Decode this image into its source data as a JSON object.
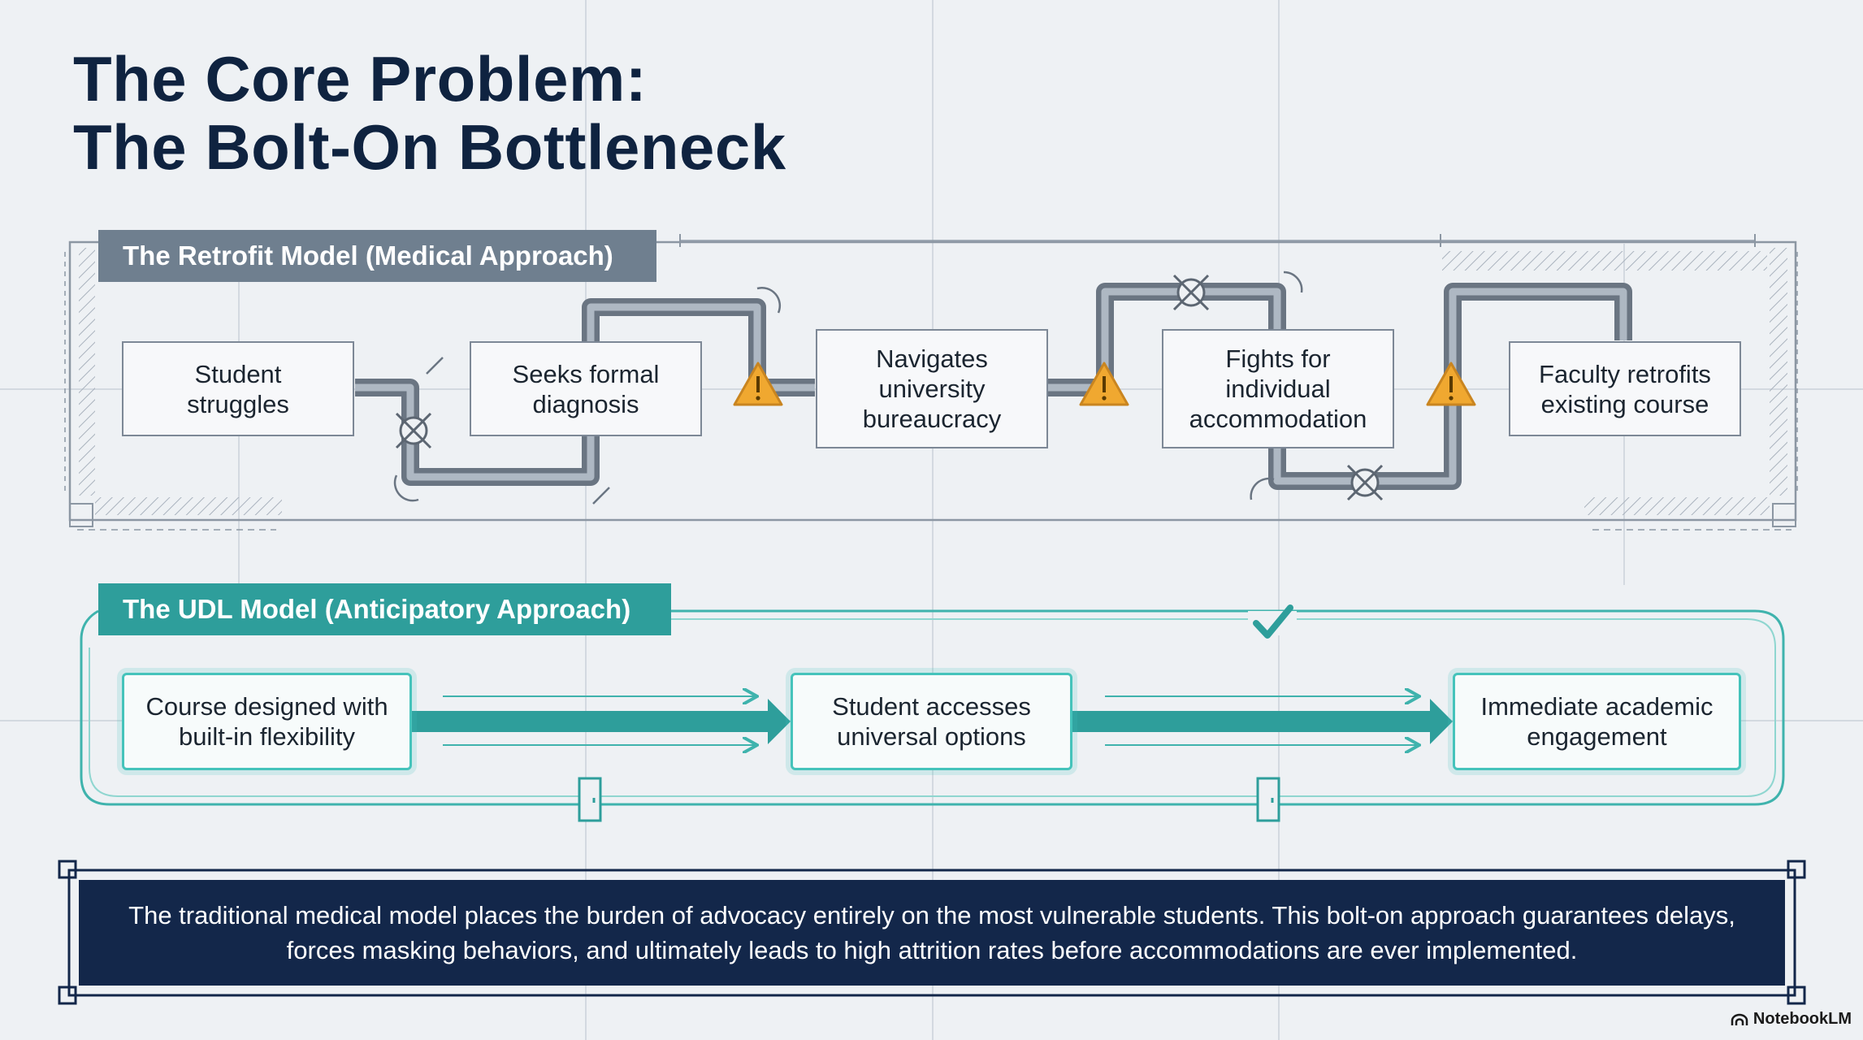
{
  "title": {
    "line1": "The Core Problem:",
    "line2": "The Bolt-On Bottleneck"
  },
  "retrofit": {
    "label": "The Retrofit Model (Medical Approach)",
    "steps": [
      "Student\nstruggles",
      "Seeks formal\ndiagnosis",
      "Navigates\nuniversity\nbureaucracy",
      "Fights for\nindividual\naccommodation",
      "Faculty retrofits\nexisting course"
    ]
  },
  "udl": {
    "label": "The UDL Model (Anticipatory Approach)",
    "steps": [
      "Course designed with\nbuilt-in flexibility",
      "Student accesses\nuniversal options",
      "Immediate academic\nengagement"
    ]
  },
  "summary": "The traditional medical model places the burden of advocacy entirely on the most vulnerable students. This bolt-on approach guarantees delays, forces masking behaviors, and ultimately leads to high attrition rates before accommodations are ever implemented.",
  "brand": "NotebookLM",
  "colors": {
    "background": "#eef1f4",
    "title": "#0f2340",
    "retrofit_accent": "#6f7f8f",
    "udl_accent": "#2e9e9b",
    "warning": "#f0a830",
    "summary_bg": "#13274a"
  },
  "icons": [
    "warning-icon",
    "blocked-valve-icon",
    "checkmark-icon",
    "door-icon",
    "notebooklm-logo-icon"
  ]
}
